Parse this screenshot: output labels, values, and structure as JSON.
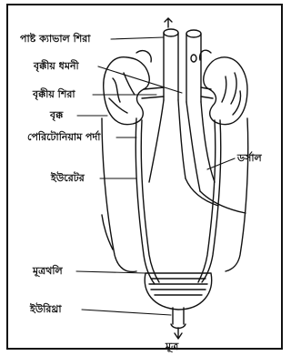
{
  "labels": {
    "posterior_vena_cava": "পাষ্ট ক্যাভাল শিরা",
    "renal_artery": "বৃক্কীয় ধমনী",
    "renal_vein": "বৃক্কীয় শিরা",
    "kidney": "বৃক্ক",
    "peritoneal_membrane": "পেরিটোনিয়াম পর্দা",
    "ureter": "ইউরেটর",
    "dorsal": "ডর্সাল",
    "bladder": "মূত্রথলি",
    "urethra": "ইউরিথ্রা",
    "urine": "মূত্র"
  }
}
